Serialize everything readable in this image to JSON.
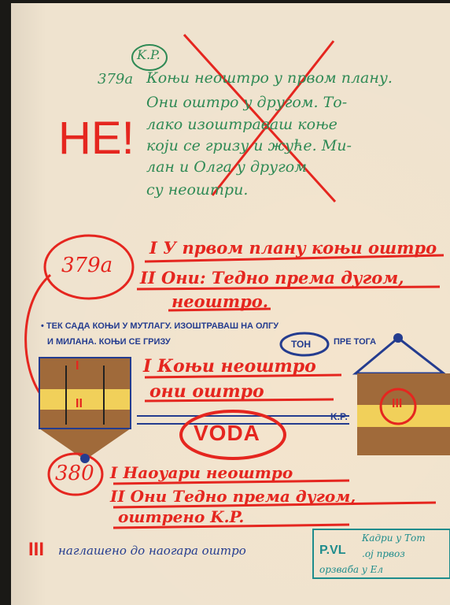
{
  "top": {
    "kp": "K.P.",
    "ref": "379a",
    "line1": "Коњи неоштро у првом плану.",
    "line2": "Они оштро у другом. То-",
    "line3": "лако изоштраваш коње",
    "line4": "који се гризу и жуће. Ми-",
    "line5": "лан и Олга у другом",
    "line6": "су неоштри.",
    "ne": "НЕ!"
  },
  "middle": {
    "ref": "379a",
    "line1": "I У првом плану коњи оштро",
    "line2": "II Они: Тедно према дугом,",
    "line3": "неоштро.",
    "blue1": "• ТЕК САДА КОЊИ У МУТЛАГУ. ИЗОШТРАВАШ НА ОЛГУ",
    "blue2": "И МИЛАНА. КОЊИ СЕ ГРИЗУ",
    "ton": "ТОН",
    "blue3": "ПРЕ ТОГА"
  },
  "diagram": {
    "line1": "I Коњи неоштро",
    "line2": "они оштро",
    "voda": "VODA",
    "kp": "K.P.",
    "roman1": "I",
    "roman2": "II",
    "roman3": "III"
  },
  "bottom": {
    "ref": "380",
    "line1": "I Наоуари неоштро",
    "line2": "II Они Тедно према дугом,",
    "line3": "оштрено      K.P.",
    "numeral": "III",
    "line4": "наглашено до наогара оштро",
    "box_title": "P.VL",
    "box1": "Кадри у Тот",
    "box2": ".ој првоз",
    "box3": "орзваба у Ел"
  }
}
